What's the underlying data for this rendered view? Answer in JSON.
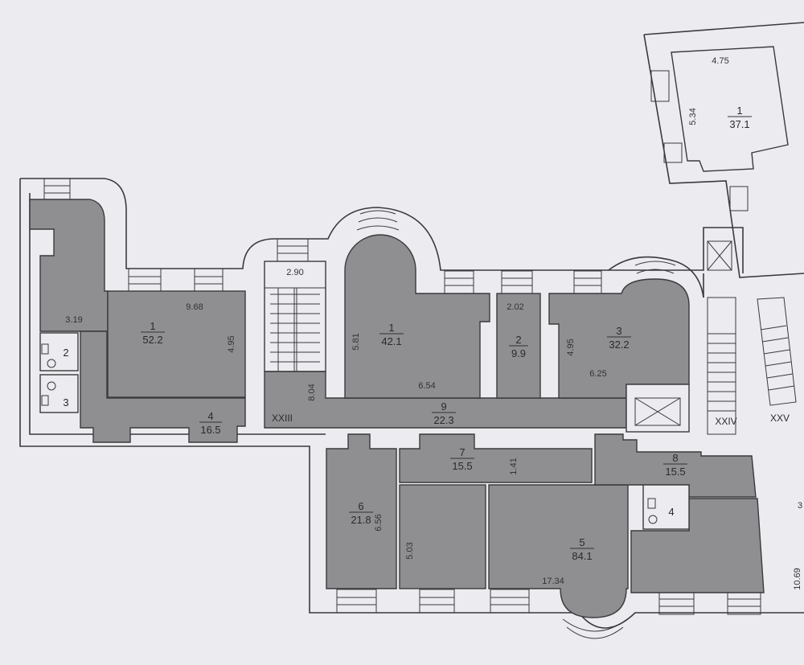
{
  "rooms": {
    "left_1": {
      "number": "1",
      "area": "52.2"
    },
    "left_2": {
      "number": "2"
    },
    "left_3": {
      "number": "3"
    },
    "left_4": {
      "number": "4",
      "area": "16.5"
    },
    "mid_1": {
      "number": "1",
      "area": "42.1"
    },
    "mid_2": {
      "number": "2",
      "area": "9.9"
    },
    "mid_3": {
      "number": "3",
      "area": "32.2"
    },
    "r4": {
      "number": "4"
    },
    "r5": {
      "number": "5",
      "area": "84.1"
    },
    "r6": {
      "number": "6",
      "area": "21.8"
    },
    "r7": {
      "number": "7",
      "area": "15.5"
    },
    "r8": {
      "number": "8",
      "area": "15.5"
    },
    "r9": {
      "number": "9",
      "area": "22.3"
    },
    "top_1": {
      "number": "1",
      "area": "37.1"
    }
  },
  "dimensions": {
    "d_3_19": "3.19",
    "d_9_68": "9.68",
    "d_4_95a": "4.95",
    "d_2_90": "2.90",
    "d_8_04": "8.04",
    "d_5_81": "5.81",
    "d_6_54": "6.54",
    "d_2_02": "2.02",
    "d_4_95b": "4.95",
    "d_6_25": "6.25",
    "d_1_41": "1.41",
    "d_6_56": "6.56",
    "d_5_03": "5.03",
    "d_17_34": "17.34",
    "d_4_75": "4.75",
    "d_5_34": "5.34",
    "d_10_69": "10.69",
    "d_3_partial": "3"
  },
  "stairwells": {
    "s23": "XXIII",
    "s24": "XXIV",
    "s25": "XXV"
  }
}
